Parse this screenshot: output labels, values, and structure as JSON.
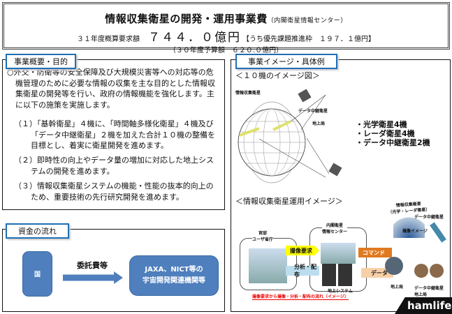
{
  "header": {
    "title": "情報収集衛星の開発・運用事業費",
    "org": "（内閣衛星情報センター）",
    "request_label": "３１年度概算要求額",
    "request_amount": "７４４．０億円",
    "priority": "【うち優先課題推進枠　１９７．１億円】",
    "prev_budget": "（３０年度予算額　６２０.０億円）"
  },
  "overview": {
    "label": "事業概要・目的",
    "intro": "○外交・防衛等の安全保障及び大規模災害等への対応等の危機管理のために必要な情報の収集を主な目的とした情報収集衛星の開発等を行い、政府の情報機能を強化します。主に以下の施策を実施します。",
    "items": [
      "（１）「基幹衛星」４機に、「時間軸多様化衛星」４機及び「データ中継衛星」２機を加えた合計１０機の整備を目標とし、着実に衛星開発を進めます。",
      "（２）即時性の向上やデータ量の増加に対応した地上システムの開発を進めます。",
      "（３）情報収集衛星システムの機能・性能の抜本的向上のため、重要技術の先行研究開発を進めます。"
    ]
  },
  "image": {
    "label": "事業イメージ・具体例",
    "fig1_title": "＜１０機のイメージ図＞",
    "fig1_labels": {
      "sat": "情報収集衛星",
      "relay": "データ中継衛星",
      "ground": "地上局"
    },
    "constellation": [
      "・光学衛星4機",
      "・レーダ衛星4機",
      "・データ中継衛星2機"
    ],
    "fig2_title": "＜情報収集衛星運用イメージ＞",
    "fig2": {
      "user": "官邸\nユーザ省庁",
      "center": "内閣衛星\n情報センター",
      "sat": "情報収集衛星\n（光学・レーダ衛星）",
      "relay": "データ中継衛星",
      "imaging": "撮像イメージ",
      "req": "撮像要求",
      "dist": "分析・配布",
      "cmd": "コマンド",
      "data": "データ",
      "ground_sys": "地上システム",
      "ground": "地上局",
      "relay_ground": "データ中継衛星\n地上局",
      "caption": "撮像要求から撮像・分析・配布の流れ（イメージ）"
    },
    "watermark": "hamlife.jp"
  },
  "funding": {
    "label": "資金の流れ",
    "from": "国",
    "arrow": "委託費等",
    "to": "JAXA、NICT等の\n宇宙開発関連機関等"
  }
}
